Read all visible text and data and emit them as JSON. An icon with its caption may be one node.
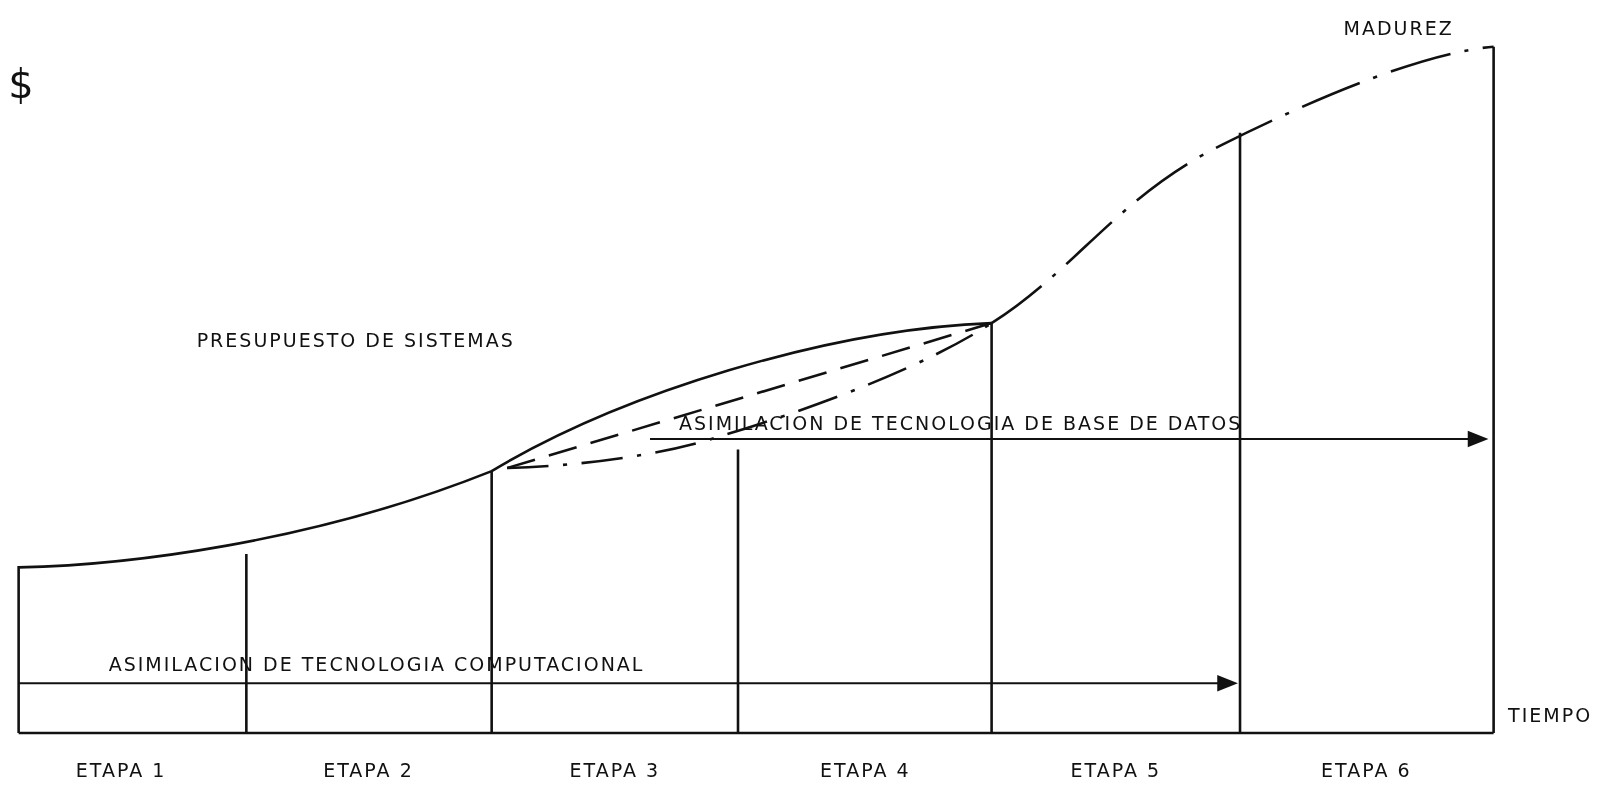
{
  "diagram": {
    "labels": [
      "$",
      "MADUREZ",
      "PRESUPUESTO DE SISTEMAS",
      "ASIMILACION DE TECNOLOGIA DE BASE DE DATOS",
      "ASIMILACION DE TECNOLOGIA COMPUTACIONAL",
      "TIEMPO",
      "ETAPA 1",
      "ETAPA 2",
      "ETAPA 3",
      "ETAPA 4",
      "ETAPA 5",
      "ETAPA 6"
    ]
  }
}
